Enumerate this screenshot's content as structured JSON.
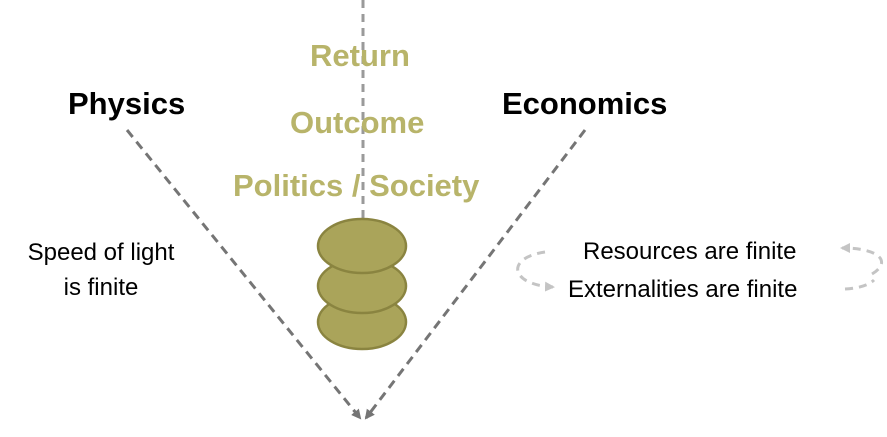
{
  "colors": {
    "olive_text": "#b8b46a",
    "coin_fill": "#aaa45a",
    "coin_stroke": "#8a8440",
    "arrow_dark": "#757575",
    "arrow_light": "#bdbdbd"
  },
  "labels": {
    "physics": "Physics",
    "economics": "Economics",
    "return": "Return",
    "outcome": "Outcome",
    "politics": "Politics / Society",
    "speed_line1": "Speed of light",
    "speed_line2": "is finite",
    "resources": "Resources are finite",
    "externalities": "Externalities are finite"
  },
  "icons": {
    "coin_stack": "coin-stack-icon",
    "cycle_arrows": "cycle-arrows-icon"
  }
}
